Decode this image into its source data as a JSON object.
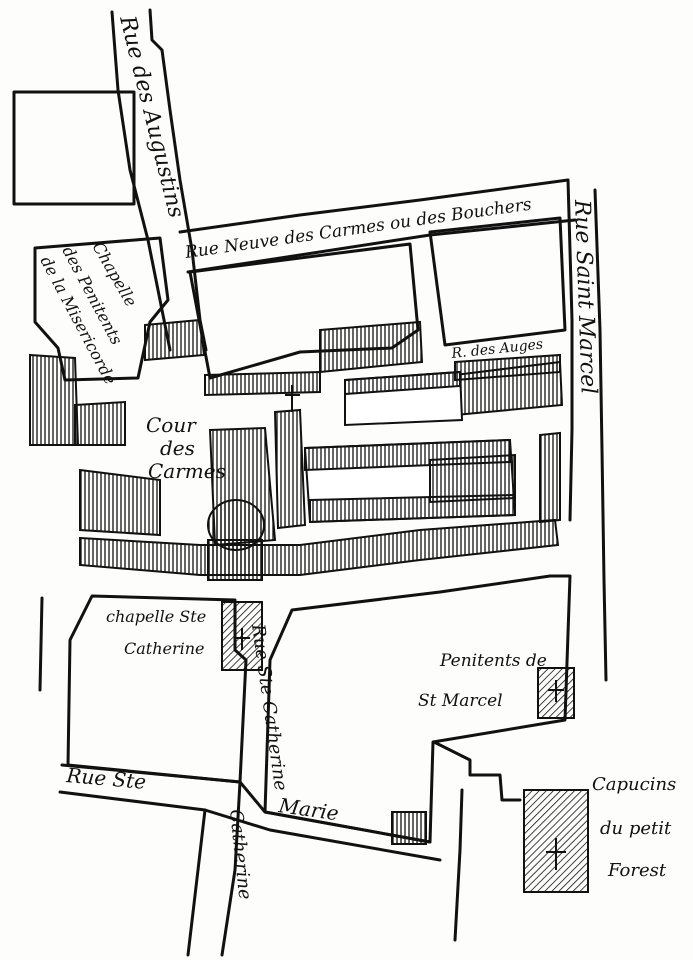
{
  "map": {
    "style": "old engraved street plan, black ink on white",
    "ink_color": "#111111",
    "paper_color": "#fdfdfb",
    "streets": {
      "rue_des_augustins": "Rue des Augustins",
      "rue_neuve": "Rue Neuve des Carmes ou des Bouchers",
      "rue_saint_marcel": "Rue Saint Marcel",
      "rue_des_auges": "R. des Auges",
      "rue_ste_marie_left": "Rue Ste",
      "rue_ste_marie_right": "Marie",
      "rue_ste_catherine": "Rue Ste Catherine",
      "rue_ste_catherine_bottom": "Catherine"
    },
    "places": {
      "cour_des_carmes": [
        "Cour",
        "des",
        "Carmes"
      ],
      "chapelle_penitents": [
        "Chapelle",
        "des Penitents",
        "de la Misericorde"
      ],
      "chapelle_ste_catherine": [
        "chapelle Ste",
        "Catherine"
      ],
      "penitents_st_marcel": [
        "Penitents de",
        "St Marcel"
      ],
      "capucins": [
        "Capucins",
        "du petit",
        "Forest"
      ]
    }
  }
}
